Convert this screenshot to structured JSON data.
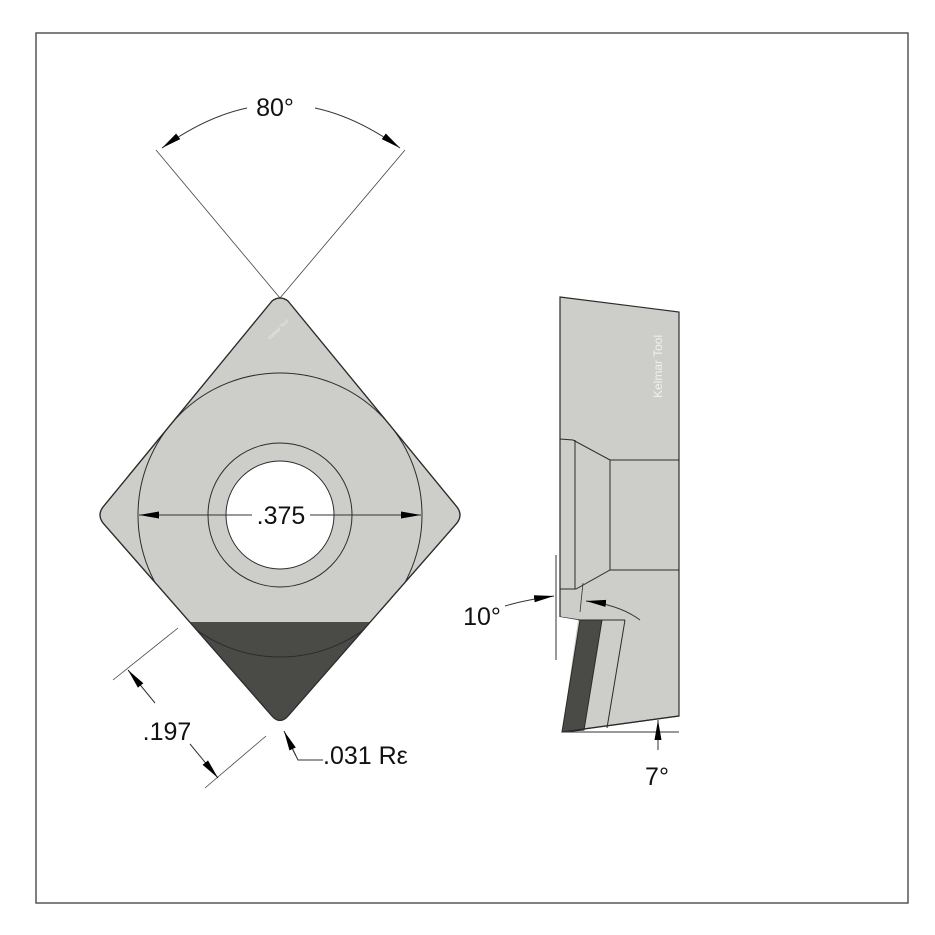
{
  "drawing": {
    "type": "technical-drawing",
    "subject": "CCGW/CCMW style 80° rhombic insert with PCD tip",
    "colors": {
      "frame": "#555555",
      "insert_body": "#cdcdc9",
      "pcd_tip": "#4a4a47",
      "outline": "#2b2b2b",
      "dim_line": "#333333",
      "hole": "#ffffff"
    },
    "watermark": "Kelmar Tool",
    "top_view": {
      "angle_label": "80°",
      "ic_label": ".375",
      "tip_length_label": ".197",
      "corner_radius_label": ".031 Rε"
    },
    "side_view": {
      "clearance_angle_label": "7°",
      "relief_angle_label": "10°"
    }
  }
}
